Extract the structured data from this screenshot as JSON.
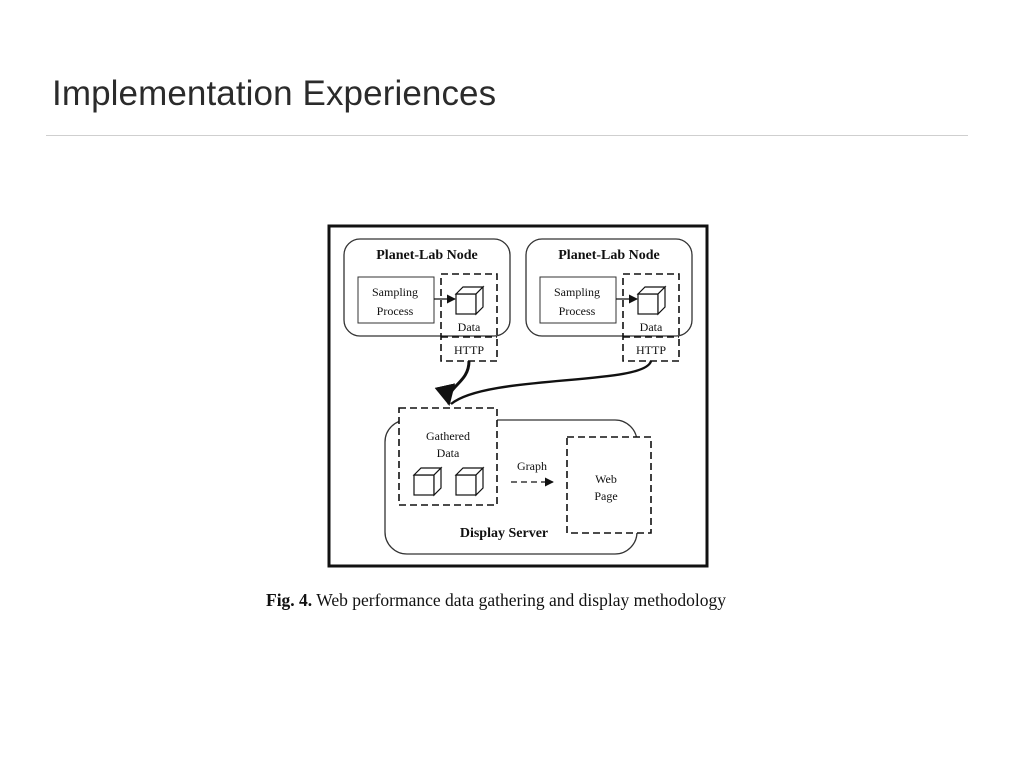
{
  "slide": {
    "title": "Implementation Experiences"
  },
  "diagram": {
    "nodes": [
      {
        "title": "Planet-Lab Node",
        "process_label_line1": "Sampling",
        "process_label_line2": "Process",
        "data_label": "Data",
        "http_label": "HTTP"
      },
      {
        "title": "Planet-Lab Node",
        "process_label_line1": "Sampling",
        "process_label_line2": "Process",
        "data_label": "Data",
        "http_label": "HTTP"
      }
    ],
    "server": {
      "title": "Display Server",
      "gathered_line1": "Gathered",
      "gathered_line2": "Data",
      "graph_label": "Graph",
      "web_line1": "Web",
      "web_line2": "Page"
    }
  },
  "caption": {
    "label": "Fig. 4.",
    "text": "Web performance data gathering and display methodology"
  }
}
